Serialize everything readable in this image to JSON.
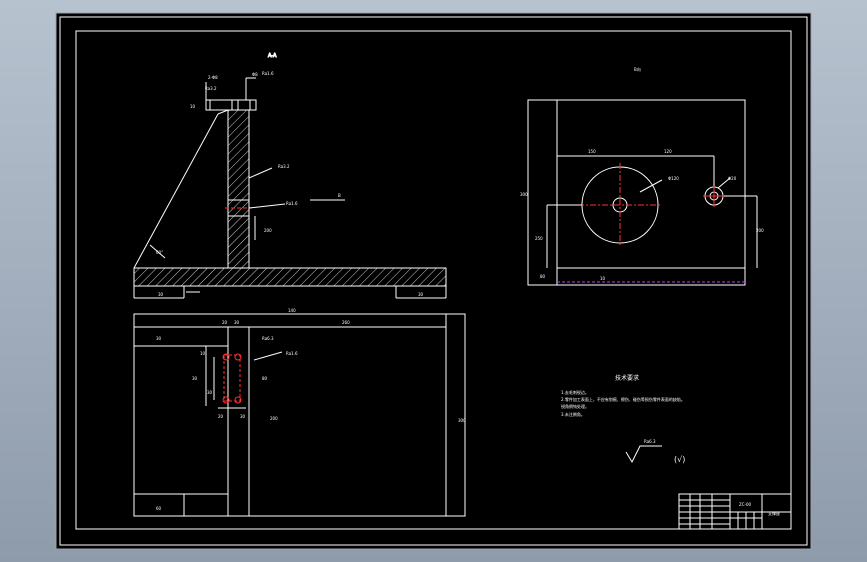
{
  "views": {
    "section_label": "A-A",
    "plan_label": "B向",
    "arrow_label": "B"
  },
  "roughness": [
    "Ra1.6",
    "Ra3.2",
    "Ra3.2",
    "Ra1.6",
    "Ra6.3",
    "Ra1.6",
    "Ra6.3"
  ],
  "dimensions": {
    "front_view": [
      "2-Φ8",
      "10",
      "Φ8",
      "60°",
      "30",
      "30",
      "200"
    ],
    "plan_view": [
      "150",
      "120",
      "Φ120",
      "Φ20",
      "300",
      "250",
      "200",
      "80",
      "10"
    ],
    "top_view": [
      "140",
      "20",
      "30",
      "260",
      "30",
      "10",
      "30",
      "30",
      "20",
      "80",
      "200",
      "30",
      "300",
      "60"
    ]
  },
  "tech_requirements": {
    "title": "技术要求",
    "lines": [
      "1.去毛刺锐边。",
      "2.零件加工表面上，不应有划痕、擦伤、碰伤等损伤零件表面的缺陷。",
      "   锐角倒钝处理。",
      "3.未注倒角。"
    ]
  },
  "roughness_note": "(√)",
  "title_block": {
    "drawing_name": "支撑座",
    "code": "ZC-00"
  }
}
